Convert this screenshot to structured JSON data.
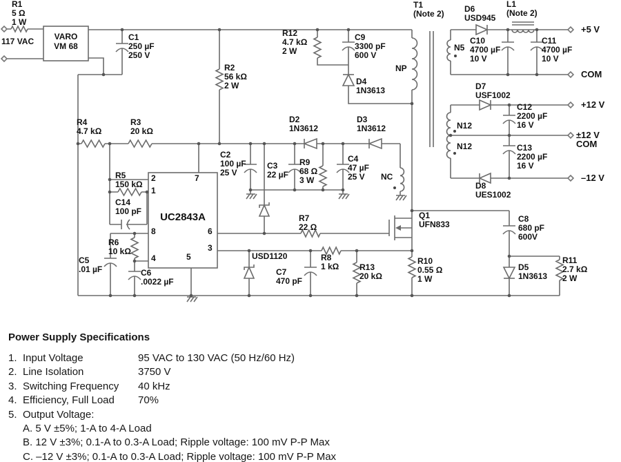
{
  "colors": {
    "wire": "#6b6b6b",
    "text": "#1a1a1a",
    "background": "#ffffff"
  },
  "schematic": {
    "source_label": "117 VAC",
    "bridge_label": "VARO\nVM 68",
    "ic_label": "UC2843A",
    "pins": {
      "p1": "1",
      "p2": "2",
      "p3": "3",
      "p4": "4",
      "p5": "5",
      "p6": "6",
      "p7": "7",
      "p8": "8"
    },
    "components": {
      "R1": "R1\n5 Ω\n1 W",
      "R2": "R2\n56 kΩ\n2 W",
      "R3": "R3\n20 kΩ",
      "R4": "R4\n4.7 kΩ",
      "R5": "R5\n150 kΩ",
      "R6": "R6\n10 kΩ",
      "R7": "R7\n22 Ω",
      "R8": "R8\n1 kΩ",
      "R9": "R9\n68 Ω\n3 W",
      "R10": "R10\n0.55 Ω\n1 W",
      "R11": "R11\n2.7 kΩ\n2 W",
      "R12": "R12\n4.7 kΩ\n2 W",
      "R13": "R13\n20 kΩ",
      "C1": "C1\n250 µF\n250 V",
      "C2": "C2\n100 µF\n25 V",
      "C3": "C3\n22 µF",
      "C4": "C4\n47 µF\n25 V",
      "C5": "C5\n.01 µF",
      "C6": "C6\n.0022 µF",
      "C7": "C7\n470 pF",
      "C8": "C8\n680 pF\n600V",
      "C9": "C9\n3300 pF\n600 V",
      "C10": "C10\n4700 µF\n10 V",
      "C11": "C11\n4700 µF\n10 V",
      "C12": "C12\n2200 µF\n16 V",
      "C13": "C13\n2200 µF\n16 V",
      "C14": "C14\n100 pF",
      "D2": "D2\n1N3612",
      "D3": "D3\n1N3612",
      "D4": "D4\n1N3613",
      "D5": "D5\n1N3613",
      "D6": "D6\nUSD945",
      "D7": "D7\nUSF1002",
      "D8": "D8\nUES1002",
      "USD1120": "USD1120",
      "Q1": "Q1\nUFN833",
      "T1": "T1\n(Note 2)",
      "L1": "L1\n(Note 2)"
    },
    "windings": {
      "np": "NP",
      "n5": "N5",
      "n12_top": "N12",
      "n12_bottom": "N12",
      "nc": "NC"
    },
    "outputs": {
      "plus5": "+5 V",
      "com": "COM",
      "plus12": "+12 V",
      "pm12com": "±12 V COM",
      "minus12": "–12 V"
    }
  },
  "specs": {
    "title": "Power Supply Specifications",
    "items": [
      {
        "num": "1.",
        "label": "Input Voltage",
        "value": "95 VAC to 130 VAC  (50 Hz/60 Hz)"
      },
      {
        "num": "2.",
        "label": "Line Isolation",
        "value": "3750 V"
      },
      {
        "num": "3.",
        "label": "Switching Frequency",
        "value": "40 kHz"
      },
      {
        "num": "4.",
        "label": "Efficiency, Full Load",
        "value": "70%"
      },
      {
        "num": "5.",
        "label": "Output Voltage:",
        "value": ""
      }
    ],
    "sub_items": [
      "A. 5 V ±5%; 1-A to 4-A Load",
      "B. 12 V ±3%; 0.1-A to 0.3-A Load; Ripple voltage: 100 mV P-P Max",
      "C. –12 V ±3%; 0.1-A to 0.3-A Load; Ripple voltage: 100 mV P-P Max"
    ]
  }
}
